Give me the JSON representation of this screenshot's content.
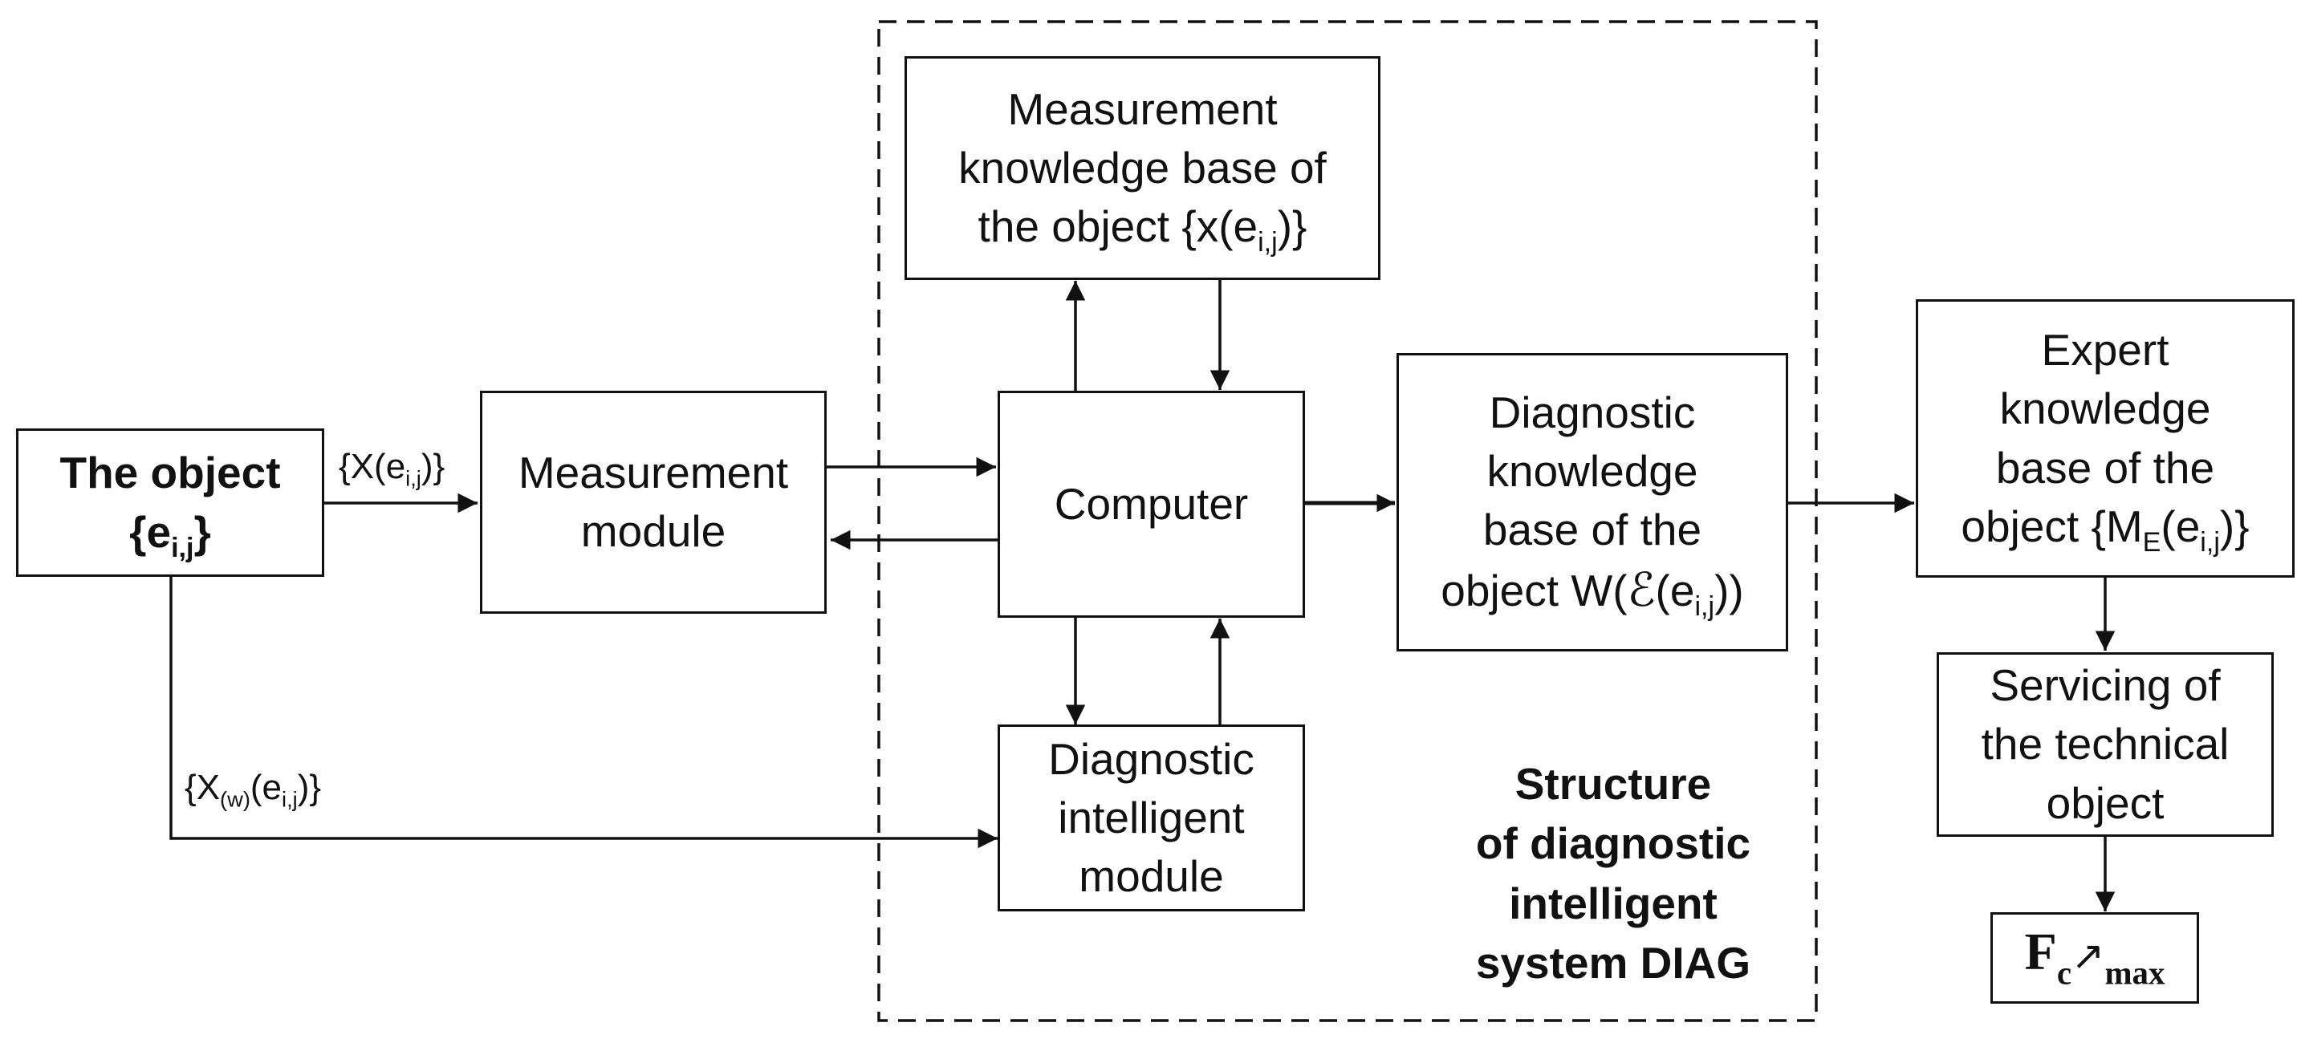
{
  "nodes": {
    "object": {
      "line1": "The object",
      "line2_base": "{e",
      "line2_sub": "i,j",
      "line2_end": "}"
    },
    "measurement_module": {
      "line1": "Measurement",
      "line2": "module"
    },
    "measurement_kb": {
      "line1": "Measurement",
      "line2": "knowledge base of",
      "line3_base": "the object {x(e",
      "line3_sub": "i,j",
      "line3_end": ")}"
    },
    "computer": {
      "label": "Computer"
    },
    "diagnostic_intelligent_module": {
      "line1": "Diagnostic",
      "line2": "intelligent",
      "line3": "module"
    },
    "diagnostic_kb": {
      "line1": "Diagnostic",
      "line2": "knowledge",
      "line3": "base of the",
      "line4_base": "object W(",
      "line4_script": "ℰ",
      "line4_mid": "(e",
      "line4_sub": "i,j",
      "line4_end": "))"
    },
    "expert_kb": {
      "line1": "Expert",
      "line2": "knowledge",
      "line3": "base of the",
      "line4_base": "object {M",
      "line4_sub1": "E",
      "line4_mid": "(e",
      "line4_sub2": "i,j",
      "line4_end": ")}"
    },
    "servicing": {
      "line1": "Servicing of",
      "line2": "the technical",
      "line3": "object"
    },
    "fc_max": {
      "base": "F",
      "sub": "c",
      "arrow": "↗",
      "sub2": "max"
    }
  },
  "edge_labels": {
    "x_eij": {
      "base": "{X(e",
      "sub": "i,j",
      "end": ")}"
    },
    "xw_eij": {
      "base": "{X",
      "sub1": "(w)",
      "mid": "(e",
      "sub2": "i,j",
      "end": ")}"
    }
  },
  "system_label": {
    "line1": "Structure",
    "line2": "of diagnostic",
    "line3": "intelligent",
    "line4": "system DIAG"
  }
}
